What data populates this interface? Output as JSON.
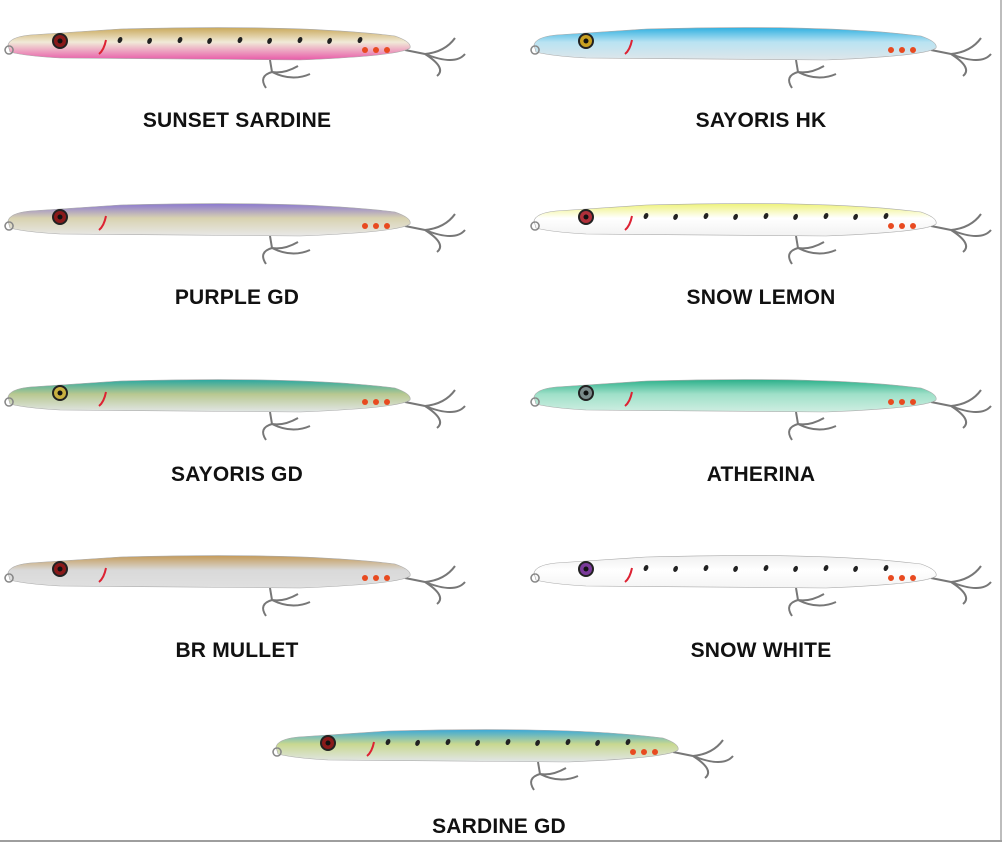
{
  "lures": [
    {
      "name": "SUNSET SARDINE",
      "back": "#c9a85a",
      "belly": "#e85aa8",
      "mid": "#f1ead8",
      "spots": true,
      "eye": "#8a1a1a"
    },
    {
      "name": "SAYORIS HK",
      "back": "#2fb0e0",
      "belly": "#dfe6ea",
      "mid": "#b9e3f2",
      "spots": false,
      "eye": "#c9a020"
    },
    {
      "name": "PURPLE GD",
      "back": "#8a78d0",
      "belly": "#e8e8e8",
      "mid": "#d8d2b0",
      "spots": false,
      "eye": "#8a1a1a"
    },
    {
      "name": "SNOW LEMON",
      "back": "#eef27a",
      "belly": "#f2f2f2",
      "mid": "#ffffff",
      "spots": true,
      "eye": "#b0303a"
    },
    {
      "name": "SAYORIS GD",
      "back": "#2aa8a0",
      "belly": "#e2e6e6",
      "mid": "#b8c890",
      "spots": false,
      "eye": "#c9b040"
    },
    {
      "name": "ATHERINA",
      "back": "#2bb08a",
      "belly": "#cfeee2",
      "mid": "#9fe0c8",
      "spots": false,
      "eye": "#7a8a8a"
    },
    {
      "name": "BR MULLET",
      "back": "#c49a58",
      "belly": "#e0e0e0",
      "mid": "#d9d9d9",
      "spots": false,
      "eye": "#8a1a1a"
    },
    {
      "name": "SNOW WHITE",
      "back": "#f0f0f0",
      "belly": "#f4f4f4",
      "mid": "#ffffff",
      "spots": true,
      "eye": "#7a3a9a"
    },
    {
      "name": "SARDINE GD",
      "back": "#3aa8d8",
      "belly": "#e2e6e8",
      "mid": "#c8d890",
      "spots": true,
      "eye": "#8a1a1a"
    }
  ]
}
